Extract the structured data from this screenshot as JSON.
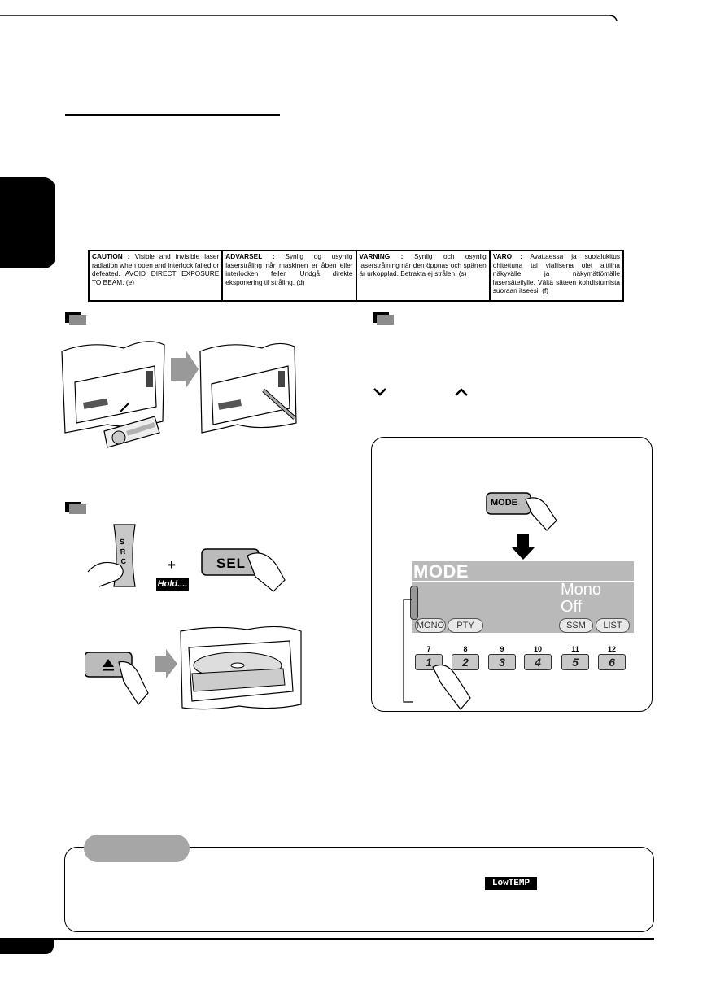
{
  "warning_labels": [
    {
      "lead": "CAUTION :",
      "text": "Visible and invisible laser radiation when open and interlock failed or defeated. AVOID DIRECT EXPOSURE TO BEAM.",
      "code": "(e)"
    },
    {
      "lead": "ADVARSEL :",
      "text": "Synlig og usynlig laserstråling når maskinen er åben eller interlocken fejler. Undgå direkte eksponering til stråling.",
      "code": "(d)"
    },
    {
      "lead": "VARNING :",
      "text": "Synlig och osynlig laserstrålning när den öppnas och spärren är urkopplad. Betrakta ej strålen.",
      "code": "(s)"
    },
    {
      "lead": "VARO :",
      "text": "Avattaessa ja suojalukitus ohitettuna tai viallisena olet alttiina näkyvälle ja näkymättömälle lasersäteilylle. Vältä säteen kohdistumista suoraan itseesi.",
      "code": "(f)"
    }
  ],
  "panel_buttons": {
    "src": "S R C",
    "hold": "Hold....",
    "plus": "+",
    "sel": "SEL",
    "mode": "MODE"
  },
  "lcd": {
    "title": "MODE",
    "line1": "Mono",
    "line2": "Off",
    "soft_keys": [
      "MONO",
      "PTY",
      "SSM",
      "LIST"
    ],
    "preset_numbers_top": [
      "7",
      "8",
      "9",
      "10",
      "11",
      "12"
    ],
    "preset_labels": [
      "1",
      "2",
      "3",
      "4",
      "5",
      "6"
    ]
  },
  "indicator": "LowTEMP",
  "colors": {
    "lcd_bg": "#b9b9b9",
    "step_mark": "#8c8c8c",
    "note_tab": "#a6a6a6"
  }
}
